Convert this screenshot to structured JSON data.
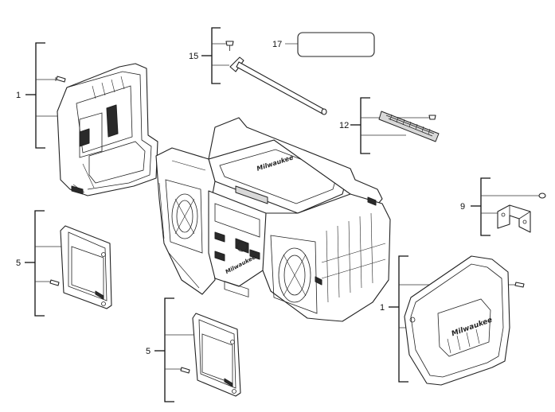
{
  "callouts": [
    {
      "id": "c1a",
      "label": "1"
    },
    {
      "id": "c1b",
      "label": "1"
    },
    {
      "id": "c5a",
      "label": "5"
    },
    {
      "id": "c5b",
      "label": "5"
    },
    {
      "id": "c9",
      "label": "9"
    },
    {
      "id": "c12",
      "label": "12"
    },
    {
      "id": "c15",
      "label": "15"
    },
    {
      "id": "c17",
      "label": "17"
    }
  ],
  "brand_mark": "Milwaukee"
}
